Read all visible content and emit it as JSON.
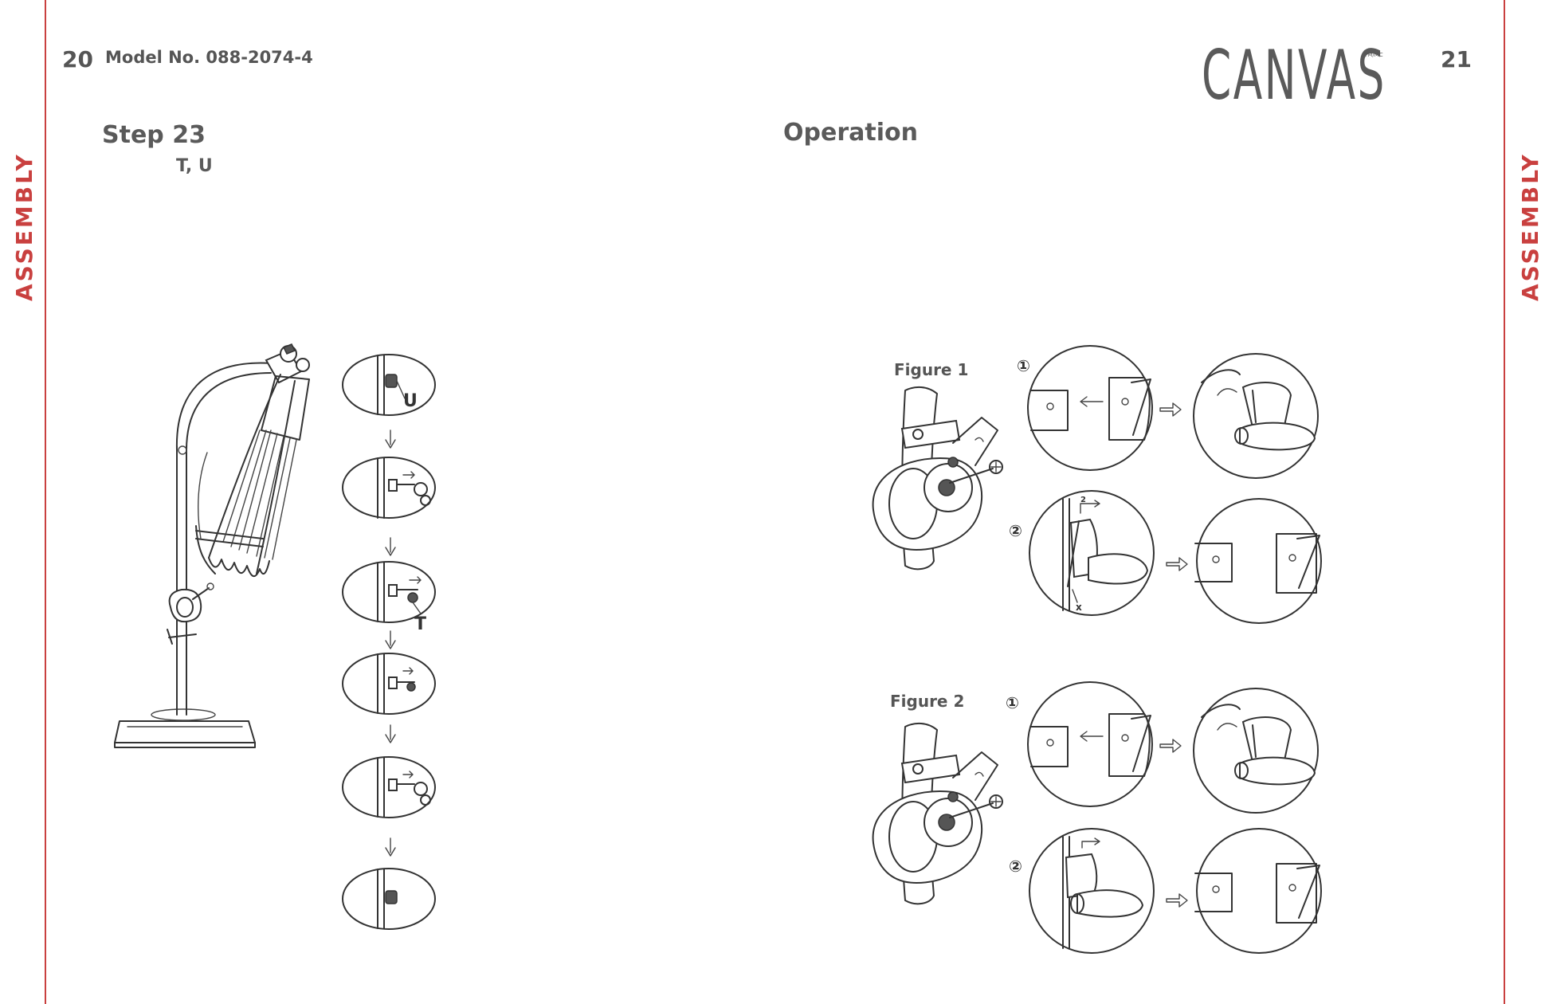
{
  "left_page": {
    "page_number": "20",
    "model": "Model No. 088-2074-4",
    "side_label": "ASSEMBLY",
    "step_title": "Step 23",
    "step_parts": "T, U",
    "callouts": {
      "u": "U",
      "t": "T"
    }
  },
  "right_page": {
    "page_number": "21",
    "brand": "CANVAS",
    "trademark": "TM/MC",
    "side_label": "ASSEMBLY",
    "section_title": "Operation",
    "figures": [
      {
        "label": "Figure 1",
        "step1": "①",
        "step2": "②",
        "mark_2": "2",
        "mark_x": "x"
      },
      {
        "label": "Figure 2",
        "step1": "①",
        "step2": "②"
      }
    ]
  },
  "colors": {
    "accent": "#c9403f",
    "text": "#555555",
    "line": "#333333"
  }
}
